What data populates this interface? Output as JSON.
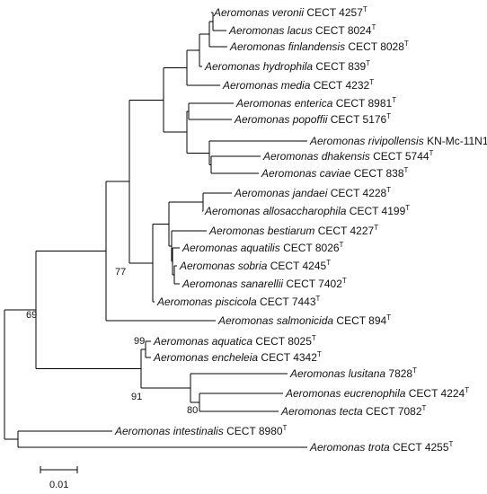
{
  "taxa": [
    {
      "species": "Aeromonas veronii",
      "strain": "CECT 4257",
      "sup": "T"
    },
    {
      "species": "Aeromonas lacus",
      "strain": "CECT 8024",
      "sup": "T"
    },
    {
      "species": "Aeromonas finlandensis",
      "strain": "CECT 8028",
      "sup": "T"
    },
    {
      "species": "Aeromonas hydrophila",
      "strain": "CECT 839",
      "sup": "T"
    },
    {
      "species": "Aeromonas media",
      "strain": "CECT 4232",
      "sup": "T"
    },
    {
      "species": "Aeromonas enterica",
      "strain": "CECT 8981",
      "sup": "T"
    },
    {
      "species": "Aeromonas popoffii",
      "strain": "CECT 5176",
      "sup": "T"
    },
    {
      "species": "Aeromonas rivipollensis",
      "strain": "KN-Mc-11N1",
      "sup": ""
    },
    {
      "species": "Aeromonas dhakensis",
      "strain": "CECT 5744",
      "sup": "T"
    },
    {
      "species": "Aeromonas caviae",
      "strain": "CECT 838",
      "sup": "T"
    },
    {
      "species": "Aeromonas jandaei",
      "strain": "CECT 4228",
      "sup": "T"
    },
    {
      "species": "Aeromonas allosaccharophila",
      "strain": "CECT 4199",
      "sup": "T"
    },
    {
      "species": "Aeromonas bestiarum",
      "strain": "CECT 4227",
      "sup": "T"
    },
    {
      "species": "Aeromonas aquatilis",
      "strain": "CECT 8026",
      "sup": "T"
    },
    {
      "species": "Aeromonas sobria",
      "strain": "CECT 4245",
      "sup": "T"
    },
    {
      "species": "Aeromonas sanarellii",
      "strain": "CECT 7402",
      "sup": "T"
    },
    {
      "species": "Aeromonas piscicola",
      "strain": "CECT 7443",
      "sup": "T"
    },
    {
      "species": "Aeromonas salmonicida",
      "strain": "CECT 894",
      "sup": "T"
    },
    {
      "species": "Aeromonas aquatica",
      "strain": "CECT 8025",
      "sup": "T"
    },
    {
      "species": "Aeromonas encheleia",
      "strain": "CECT 4342",
      "sup": "T"
    },
    {
      "species": "Aeromonas lusitana",
      "strain": "7828",
      "sup": "T"
    },
    {
      "species": "Aeromonas eucrenophila",
      "strain": "CECT 4224",
      "sup": "T"
    },
    {
      "species": "Aeromonas tecta",
      "strain": "CECT 7082",
      "sup": "T"
    },
    {
      "species": "Aeromonas intestinalis",
      "strain": "CECT 8980",
      "sup": "T"
    },
    {
      "species": "Aeromonas trota",
      "strain": "CECT 4255",
      "sup": "T"
    }
  ],
  "bootstrap": [
    "77",
    "69",
    "99",
    "91",
    "80"
  ],
  "scale_bar": {
    "label": "0.01"
  },
  "colors": {
    "line": "#000000",
    "text": "#111111"
  }
}
